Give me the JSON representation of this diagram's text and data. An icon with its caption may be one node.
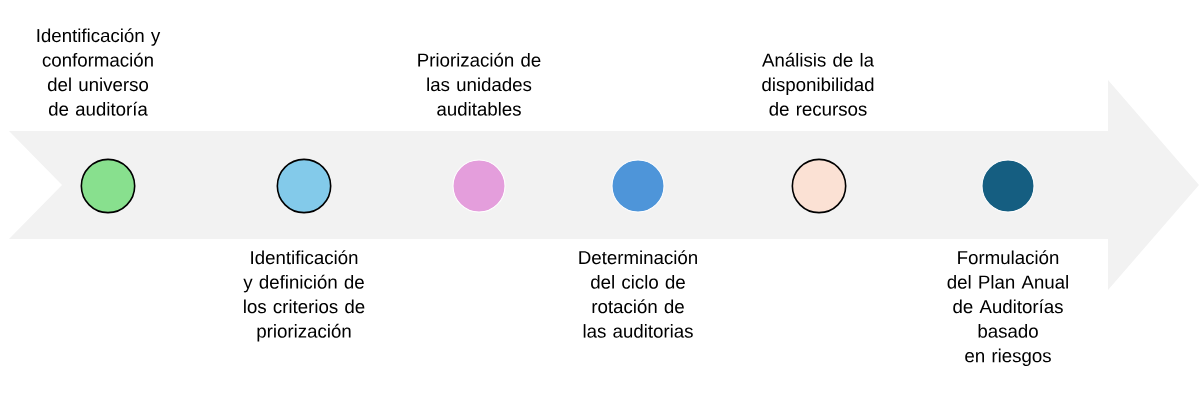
{
  "diagram": {
    "nodes": [
      {
        "text": [],
        "shape": "circle",
        "beside": [
          "Identificación y conformación del universo de auditoría"
        ]
      },
      {
        "text": [],
        "shape": "circle",
        "beside": [
          "Identificación y definición de los criterios de priorización"
        ]
      },
      {
        "text": [],
        "shape": "circle",
        "beside": [
          "Priorización de las unidades auditables"
        ]
      },
      {
        "text": [],
        "shape": "circle",
        "beside": [
          "Determinación del ciclo de rotación de las auditorias"
        ]
      },
      {
        "text": [],
        "shape": "circle",
        "beside": [
          "Análisis de la disponibilidad de recursos"
        ]
      },
      {
        "text": [],
        "shape": "circle",
        "beside": [
          "Formulación del Plan Anual de Auditorías basado en riesgos"
        ]
      }
    ]
  }
}
